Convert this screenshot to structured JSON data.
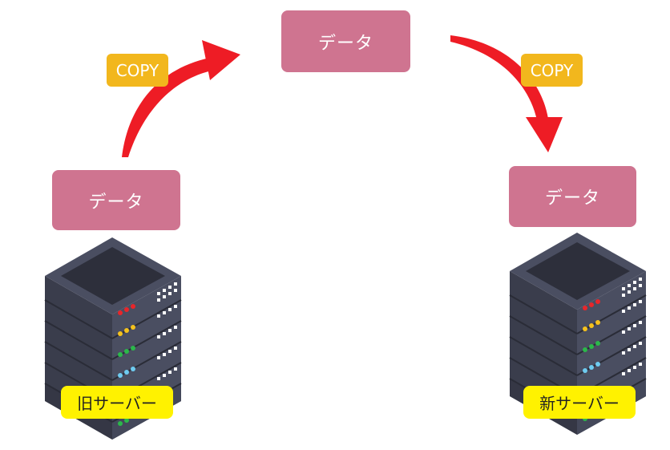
{
  "diagram": {
    "top_data_box": {
      "label": "データ"
    },
    "left_data_box": {
      "label": "データ"
    },
    "right_data_box": {
      "label": "データ"
    },
    "left_copy_tag": {
      "label": "COPY"
    },
    "right_copy_tag": {
      "label": "COPY"
    },
    "old_server": {
      "label": "旧サーバー"
    },
    "new_server": {
      "label": "新サーバー"
    }
  },
  "colors": {
    "data_box": "#cf7490",
    "copy_tag": "#f2b71d",
    "arrow": "#ee1c25",
    "server_label": "#fff200"
  }
}
